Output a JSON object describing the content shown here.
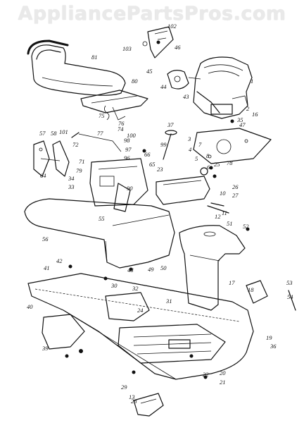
{
  "watermark": "AppliancePartsPros.com",
  "part_numbers": [
    "1",
    "2",
    "3",
    "4",
    "5",
    "6",
    "7",
    "8",
    "10",
    "11",
    "12",
    "13",
    "16",
    "17",
    "18",
    "19",
    "20",
    "21",
    "22",
    "23",
    "24",
    "25",
    "26",
    "27",
    "28",
    "29",
    "30",
    "31",
    "32",
    "33",
    "34",
    "35",
    "36",
    "37",
    "39",
    "40",
    "41",
    "42",
    "43",
    "44",
    "45",
    "46",
    "47",
    "48",
    "49",
    "50",
    "51",
    "52",
    "53",
    "54",
    "55",
    "56",
    "57",
    "58",
    "64",
    "65",
    "66",
    "71",
    "72",
    "74",
    "75",
    "76",
    "77",
    "78",
    "79",
    "80",
    "81",
    "90",
    "96",
    "97",
    "98",
    "99",
    "100",
    "101",
    "102",
    "103"
  ]
}
